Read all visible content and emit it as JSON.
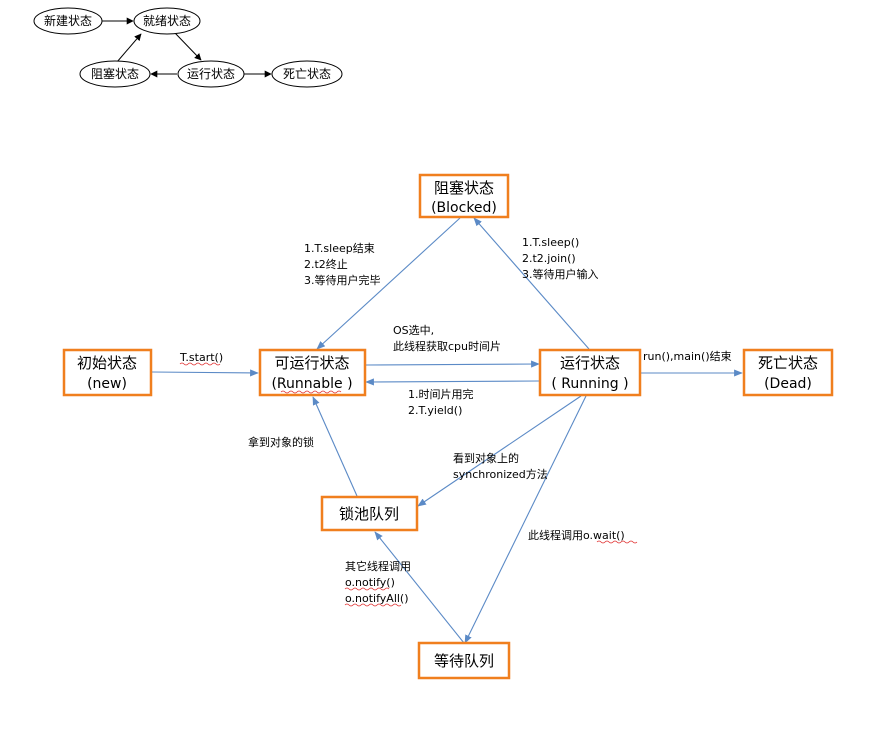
{
  "simple_diagram": {
    "nodes": {
      "new_state": "新建状态",
      "ready_state": "就绪状态",
      "blocked_state": "阻塞状态",
      "running_state": "运行状态",
      "dead_state": "死亡状态"
    }
  },
  "main_diagram": {
    "boxes": {
      "initial": {
        "title": "初始状态",
        "sub": "(new)"
      },
      "runnable": {
        "title": "可运行状态",
        "sub": "(Runnable )"
      },
      "running": {
        "title": "运行状态",
        "sub": "( Running )"
      },
      "dead": {
        "title": "死亡状态",
        "sub": "(Dead)"
      },
      "blocked": {
        "title": "阻塞状态",
        "sub": "(Blocked)"
      },
      "lock_pool": {
        "title": "锁池队列"
      },
      "wait_queue": {
        "title": "等待队列"
      }
    },
    "labels": {
      "start": "T.start()",
      "os_select_1": "OS选中,",
      "os_select_2": "此线程获取cpu时间片",
      "timeslice_1": "1.时间片用完",
      "timeslice_2": "2.T.yield()",
      "run_end": "run(),main()结束",
      "to_blocked_1": "1.T.sleep()",
      "to_blocked_2": "2.t2.join()",
      "to_blocked_3": "3.等待用户输入",
      "from_blocked_1": "1.T.sleep结束",
      "from_blocked_2": "2.t2终止",
      "from_blocked_3": "3.等待用户完毕",
      "get_lock": "拿到对象的锁",
      "sync_1": "看到对象上的",
      "sync_2": "synchronized方法",
      "wait_call": "此线程调用o.wait()",
      "notify_1": "其它线程调用",
      "notify_2": "o.notify()",
      "notify_3": "o.notifyAll()"
    }
  },
  "colors": {
    "box_border": "#f07f1e",
    "arrow": "#5b8ac6",
    "black_line": "#000000",
    "spell_underline": "#e03030"
  }
}
